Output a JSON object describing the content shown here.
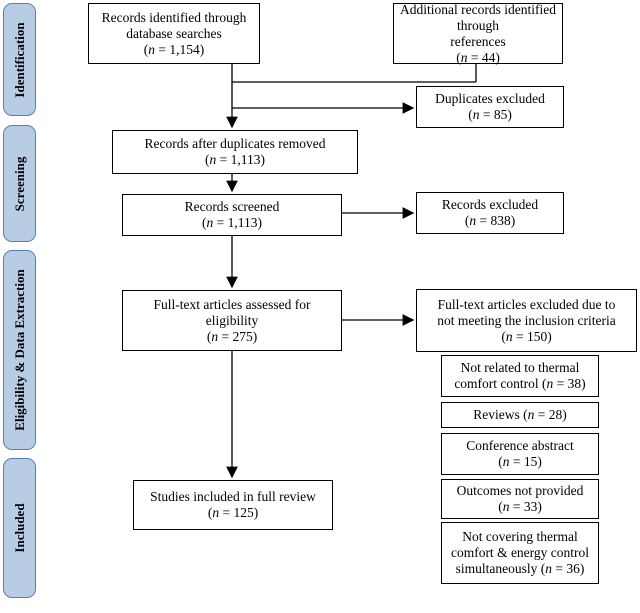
{
  "phases": {
    "identification": "Identification",
    "screening": "Screening",
    "eligibility": "Eligibility & Data Extraction",
    "included": "Included"
  },
  "boxes": {
    "database": {
      "line1": "Records identified through",
      "line2": "database searches",
      "n": "1,154"
    },
    "additional": {
      "line1": "Additional records identified through",
      "line2": "references",
      "n": "44"
    },
    "duplicates": {
      "line1": "Duplicates excluded",
      "n": "85"
    },
    "after_duplicates": {
      "line1": "Records after duplicates removed",
      "n": "1,113"
    },
    "screened": {
      "line1": "Records screened",
      "n": "1,113"
    },
    "excluded": {
      "line1": "Records excluded",
      "n": "838"
    },
    "fulltext": {
      "line1": "Full-text articles assessed for",
      "line2": "eligibility",
      "n": "275"
    },
    "fulltext_excluded": {
      "line1": "Full-text articles excluded due to",
      "line2": "not meeting the inclusion criteria",
      "n": "150"
    },
    "included": {
      "line1": "Studies included in full review",
      "n": "125"
    },
    "reason_thermal": {
      "line1": "Not related to thermal",
      "line2": "comfort control",
      "n": "38"
    },
    "reason_reviews": {
      "line1": "Reviews",
      "n": "28"
    },
    "reason_conference": {
      "line1": "Conference abstract",
      "n": "15"
    },
    "reason_outcomes": {
      "line1": "Outcomes not provided",
      "n": "33"
    },
    "reason_simultaneous": {
      "line1": "Not covering thermal",
      "line2": "comfort & energy control",
      "line3": "simultaneously",
      "n": "36"
    }
  },
  "labels": {
    "n_prefix": "n",
    "n_equals": " = "
  }
}
